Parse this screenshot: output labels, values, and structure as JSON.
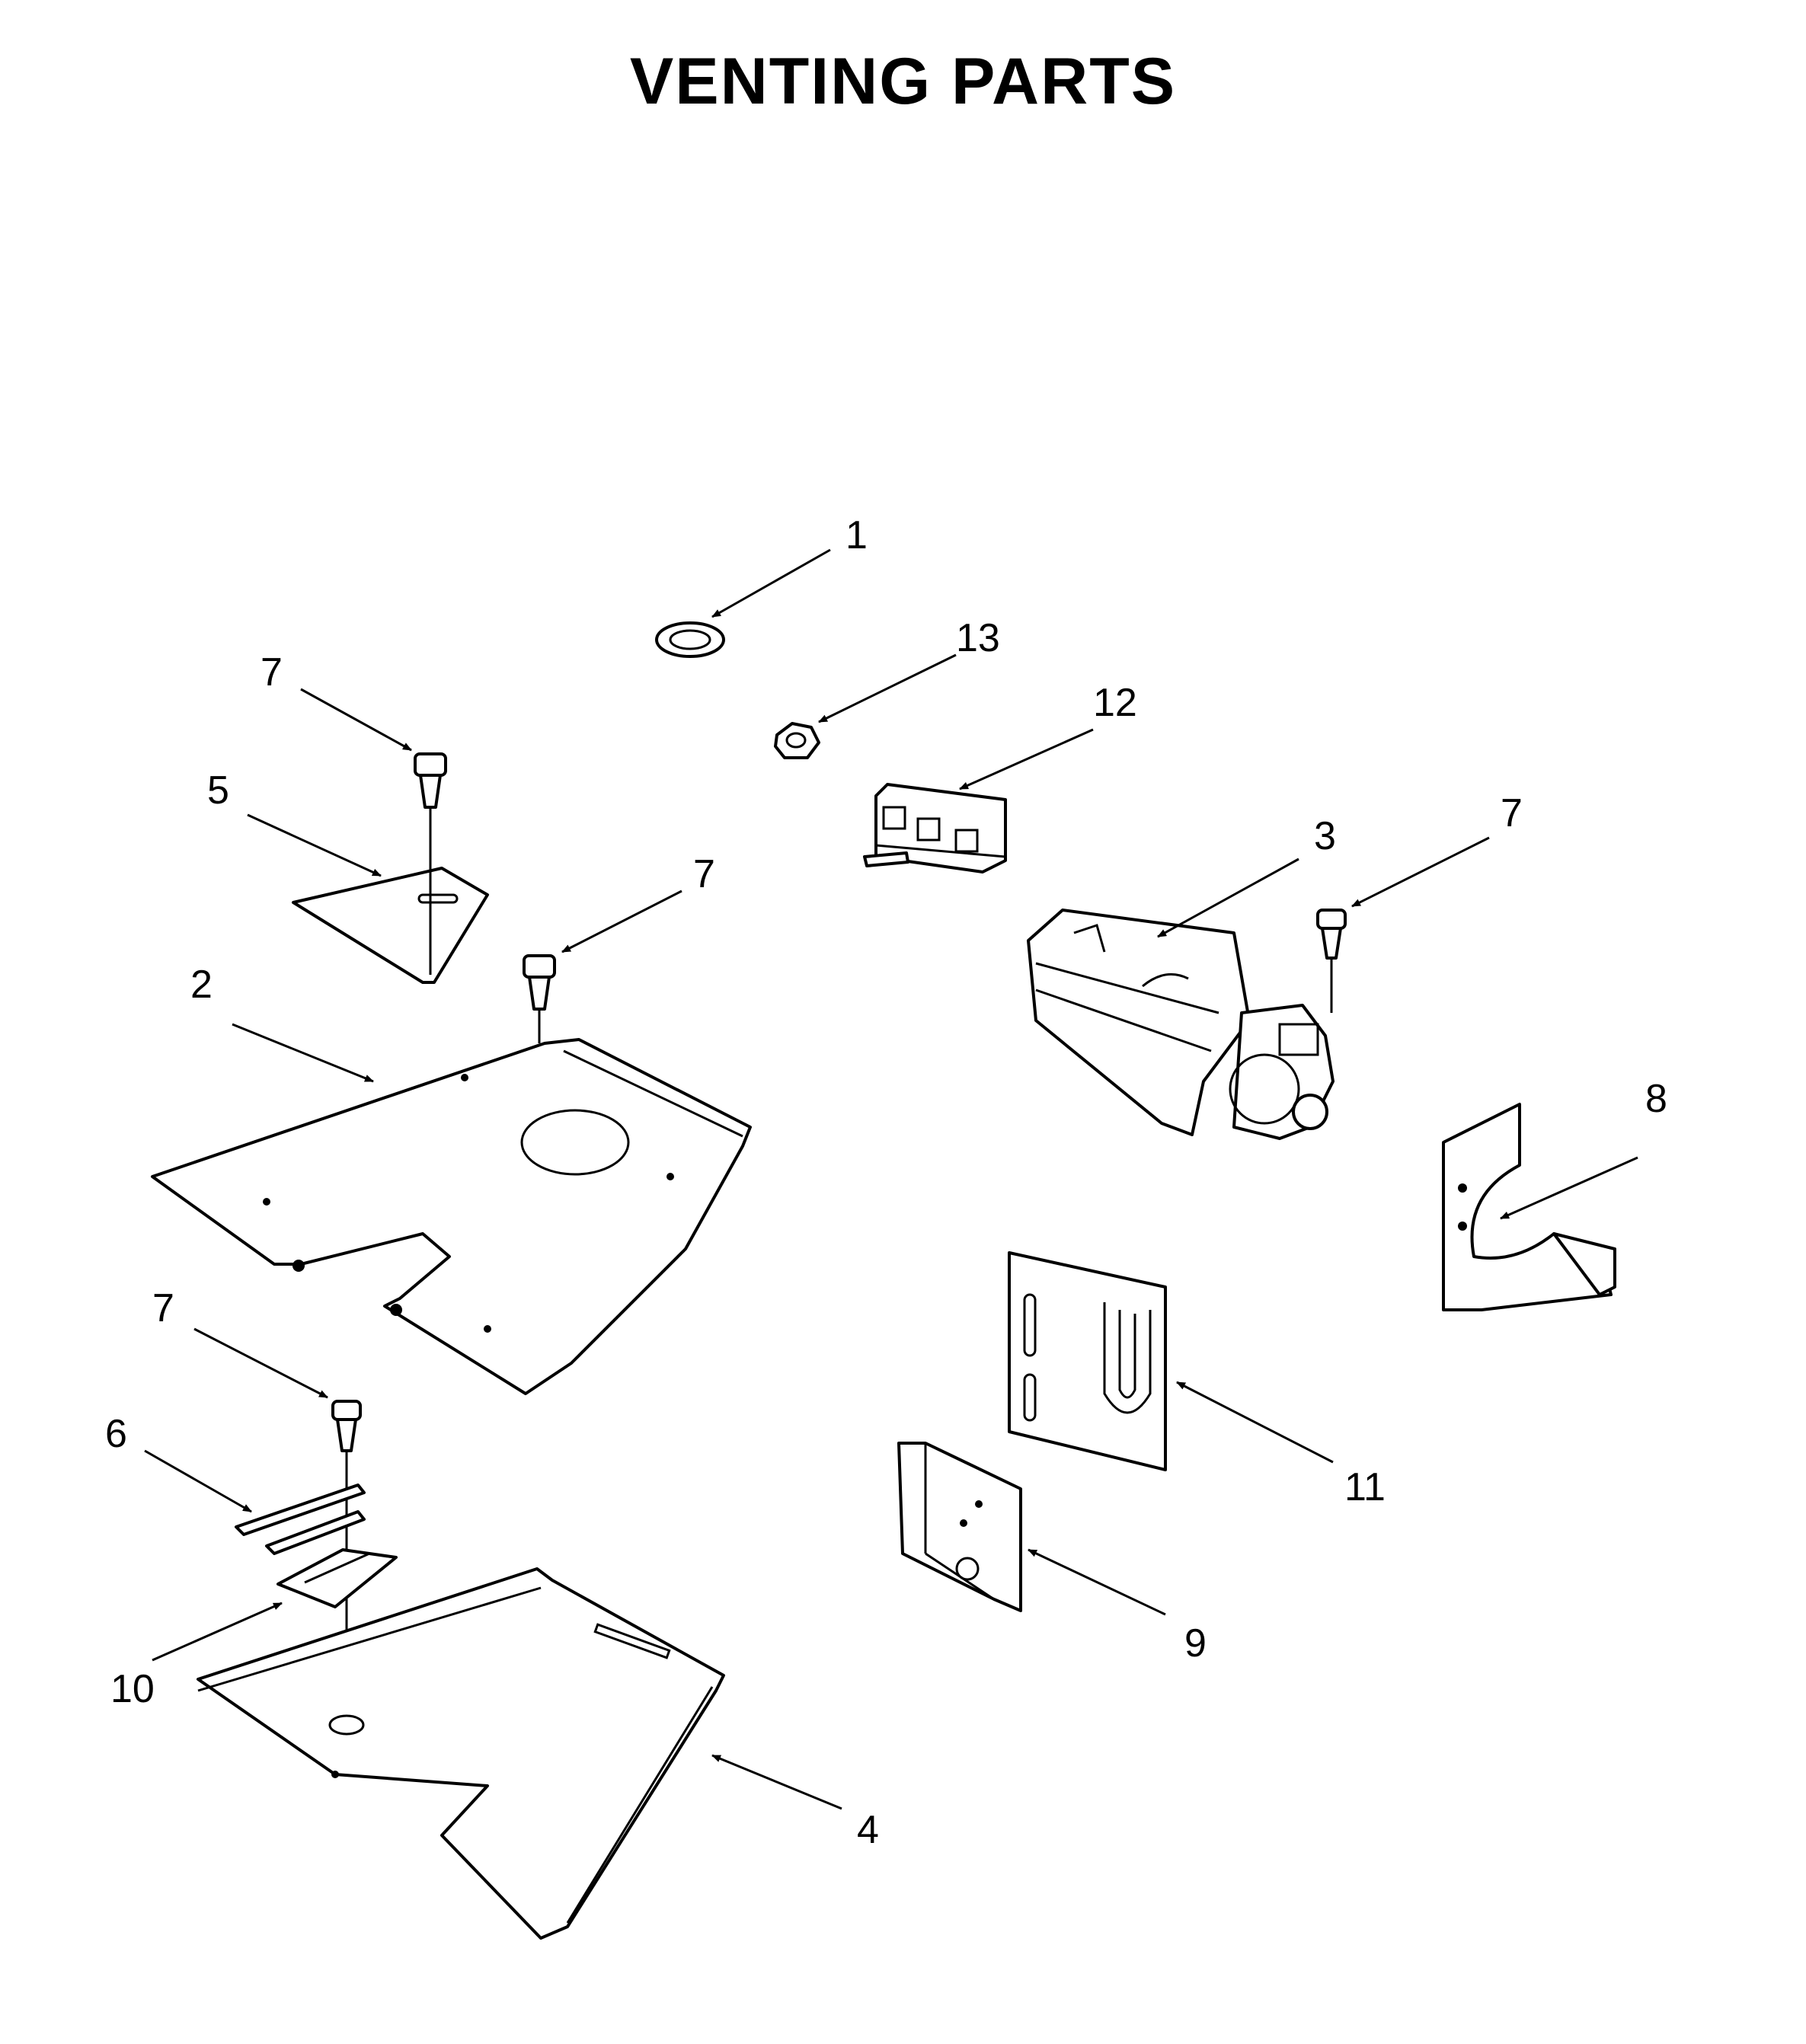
{
  "title": "VENTING PARTS",
  "callouts": {
    "c1": "1",
    "c2": "2",
    "c3": "3",
    "c4": "4",
    "c5": "5",
    "c6": "6",
    "c7a": "7",
    "c7b": "7",
    "c7c": "7",
    "c7d": "7",
    "c8": "8",
    "c9": "9",
    "c10": "10",
    "c11": "11",
    "c12": "12",
    "c13": "13"
  }
}
